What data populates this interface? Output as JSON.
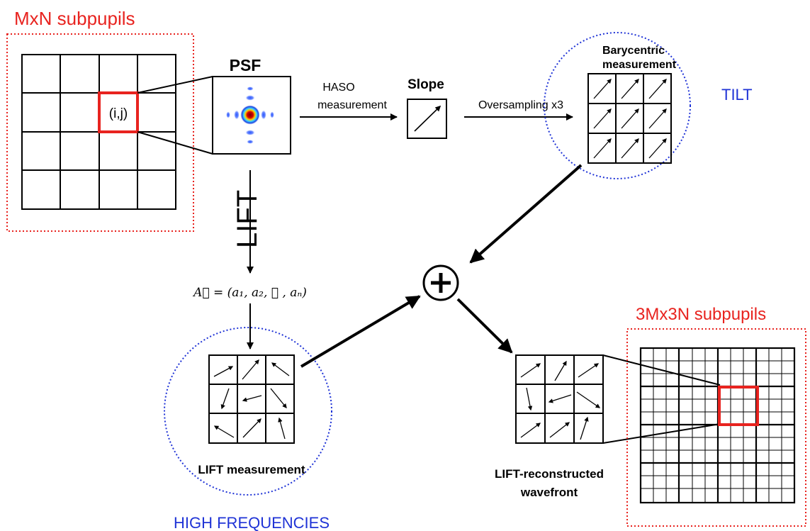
{
  "labels": {
    "mxn": "MxN subpupils",
    "ij": "(i,j)",
    "psf": "PSF",
    "haso_line1": "HASO",
    "haso_line2": "measurement",
    "slope": "Slope",
    "oversampling": "Oversampling x3",
    "bary_line1": "Barycentric",
    "bary_line2": "measurement",
    "tilt": "TILT",
    "lift_vertical": "LIFT",
    "equation": "A⃗ = (a₁, a₂, ⋯ , aₙ)",
    "lift_measurement": "LIFT measurement",
    "high_freq": "HIGH FREQUENCIES",
    "plus": "+",
    "recon_line1": "LIFT-reconstructed",
    "recon_line2": "wavefront",
    "big_grid": "3Mx3N subpupils"
  },
  "colors": {
    "red": "#e8231f",
    "blue": "#1f33d6",
    "black": "#000000"
  }
}
